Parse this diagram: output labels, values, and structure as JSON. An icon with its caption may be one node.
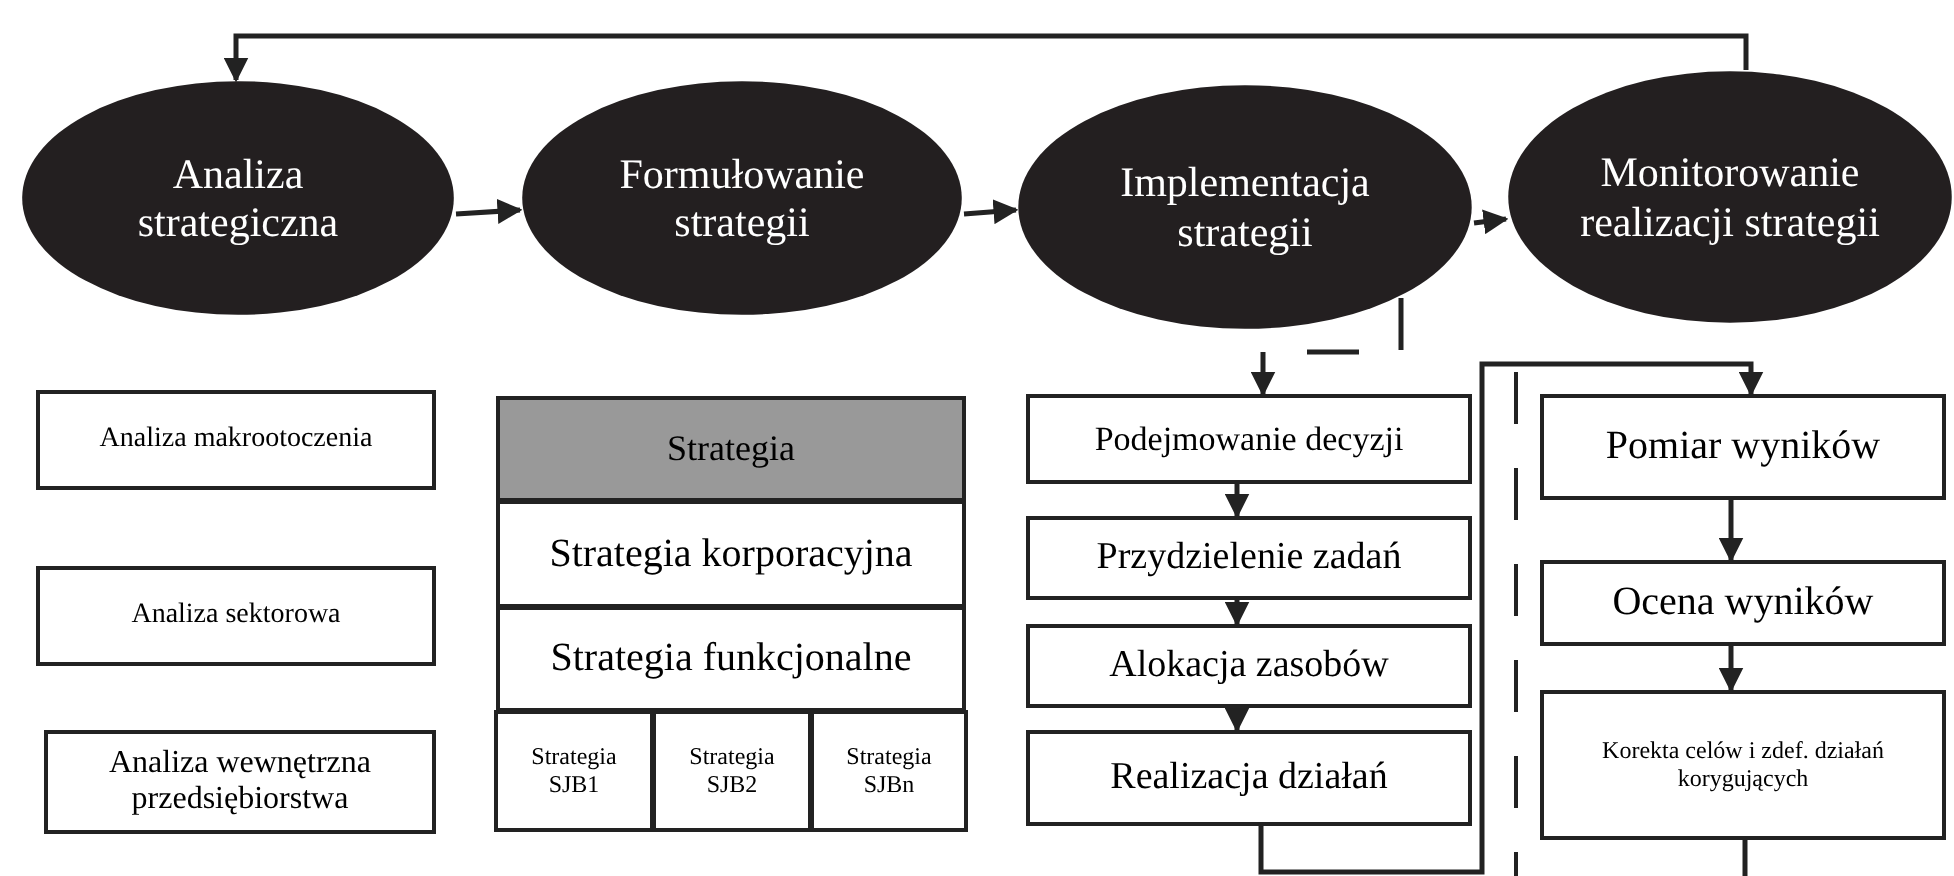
{
  "diagram": {
    "nodes": [
      {
        "text": [
          "Analiza strategiczna"
        ]
      },
      {
        "text": [
          "Formułowanie strategii"
        ]
      },
      {
        "text": [
          "Implementacja strategii"
        ]
      },
      {
        "text": [
          "Monitorowanie realizacji strategii"
        ]
      },
      {
        "text": [
          "Analiza makrootoczenia"
        ]
      },
      {
        "text": [
          "Analiza sektorowa"
        ]
      },
      {
        "text": [
          "Analiza wewnętrzna przedsiębiorstwa"
        ]
      },
      {
        "text": [
          "Strategia"
        ]
      },
      {
        "text": [
          "Strategia korporacyjna"
        ]
      },
      {
        "text": [
          "Strategia funkcjonalne"
        ]
      },
      {
        "text": [
          "Strategia SJB1"
        ]
      },
      {
        "text": [
          "Strategia SJB2"
        ]
      },
      {
        "text": [
          "Strategia SJBn"
        ]
      },
      {
        "text": [
          "Podejmowanie decyzji"
        ]
      },
      {
        "text": [
          "Przydzielenie zadań"
        ]
      },
      {
        "text": [
          "Alokacja zasobów"
        ]
      },
      {
        "text": [
          "Realizacja działań"
        ]
      },
      {
        "text": [
          "Pomiar wyników"
        ]
      },
      {
        "text": [
          "Ocena wyników"
        ]
      },
      {
        "text": [
          "Korekta celów i zdef. działań korygujących"
        ]
      }
    ],
    "edges": [
      {
        "from": 0,
        "to": 1,
        "arrow": "to"
      },
      {
        "from": 1,
        "to": 2,
        "arrow": "to"
      },
      {
        "from": 2,
        "to": 3,
        "arrow": "to"
      },
      {
        "from": 3,
        "to": 0,
        "arrow": "to"
      },
      {
        "from": 2,
        "to": 13,
        "arrow": "to",
        "style": "dashed"
      },
      {
        "from": 13,
        "to": 14,
        "arrow": "to"
      },
      {
        "from": 14,
        "to": 15,
        "arrow": "to"
      },
      {
        "from": 15,
        "to": 16,
        "arrow": "to"
      },
      {
        "from": 16,
        "to": 17,
        "arrow": "to"
      },
      {
        "from": 17,
        "to": 18,
        "arrow": "to"
      },
      {
        "from": 18,
        "to": 19,
        "arrow": "to"
      },
      {
        "from": 19,
        "to": null,
        "arrow": "none"
      }
    ]
  }
}
